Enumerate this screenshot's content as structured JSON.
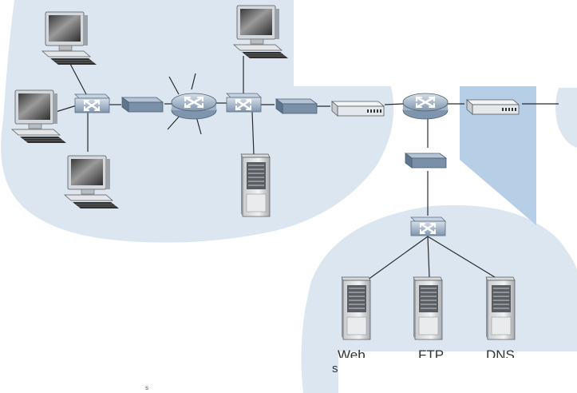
{
  "labels": {
    "web": "Web",
    "ftp": "FTP",
    "dns": "DNS",
    "servers_fragment": "s",
    "small_fragment": "s"
  },
  "colors": {
    "cloud_fill": "#dbe6f1",
    "firewall_fill": "#b7cfe6",
    "device_body": "#8ea4bd",
    "link": "#2a2a2a"
  },
  "icons": {
    "hub": "switch-icon",
    "router": "router-icon",
    "modem": "modem-icon",
    "computer": "desktop-computer-icon",
    "server": "server-tower-icon",
    "firewall": "firewall-panel"
  }
}
